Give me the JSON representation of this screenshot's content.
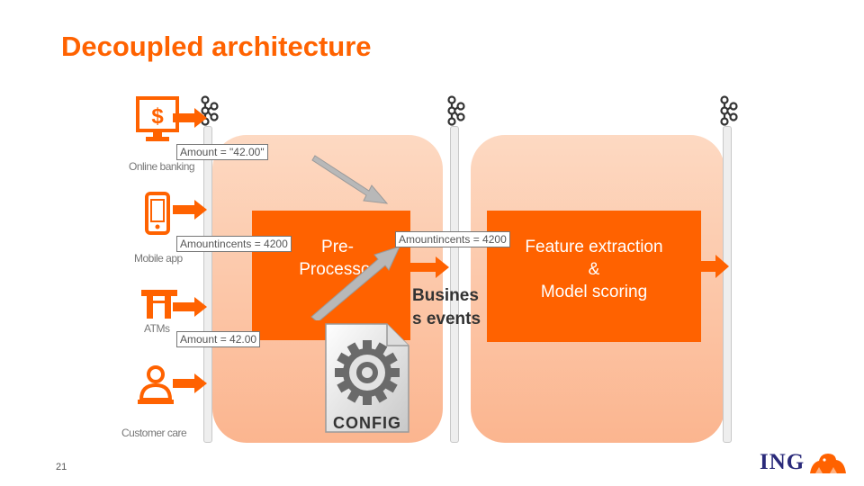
{
  "title": "Decoupled architecture",
  "page_number": "21",
  "channels": [
    {
      "label": "Online banking",
      "icon": "monitor-dollar-icon"
    },
    {
      "label": "Mobile app",
      "icon": "smartphone-icon"
    },
    {
      "label": "ATMs",
      "icon": "atm-icon"
    },
    {
      "label": "Customer care",
      "icon": "customer-care-icon"
    }
  ],
  "messages": {
    "raw_amount": "Amount = \"42.00\"",
    "amount_cents_1": "Amountincents = 4200",
    "amount_parsed": "Amount = 42.00",
    "amount_cents_2": "Amountincents = 4200"
  },
  "preprocessor_label": "Pre-\nProcessor",
  "business_events_label": "Busines\ns events",
  "feature_label": "Feature extraction\n&\nModel scoring",
  "config_label": "CONFIG",
  "logo_text": "ING",
  "colors": {
    "accent": "#ff6200",
    "logo": "#2a2a7a"
  }
}
